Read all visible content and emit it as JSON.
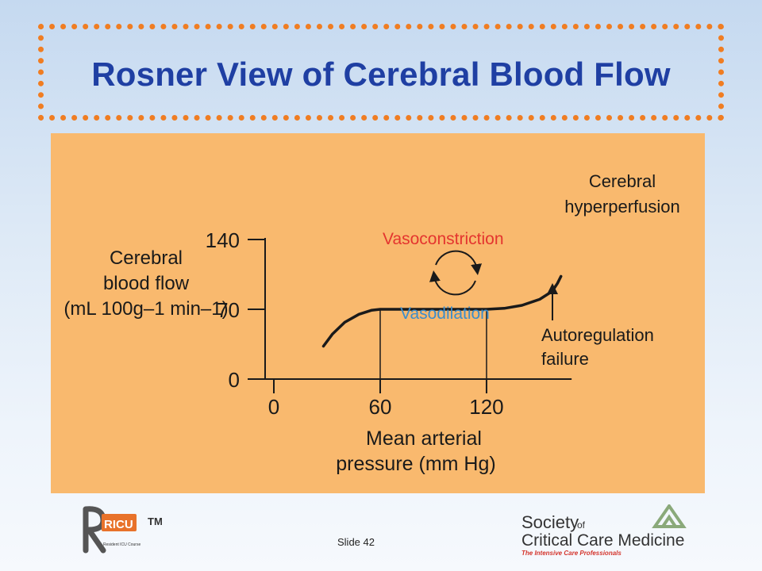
{
  "slide": {
    "title": "Rosner View of Cerebral Blood Flow",
    "slide_number": "Slide 42"
  },
  "logos": {
    "left": {
      "letters": "RICU",
      "tm": "TM",
      "tagline": "Resident ICU Course"
    },
    "right": {
      "line1": "Society",
      "of": "of",
      "line2": "Critical Care Medicine",
      "tagline": "The Intensive Care Professionals"
    }
  },
  "colors": {
    "title": "#1f3fa3",
    "title_border": "#f07d22",
    "panel_bg": "#f9b96e",
    "vasoconstriction": "#e4352f",
    "vasodilation": "#3c8dcb",
    "curve": "#1a1a1a"
  },
  "chart_data": {
    "type": "line",
    "xlabel": "Mean arterial pressure (mm Hg)",
    "xlabel_lines": [
      "Mean arterial",
      "pressure (mm Hg)"
    ],
    "ylabel": "Cerebral blood flow (mL 100g–1 min–1)",
    "ylabel_lines": [
      "Cerebral",
      "blood flow",
      "(mL 100g–1 min–1)"
    ],
    "x_ticks": [
      0,
      60,
      120
    ],
    "x_tick_labels": [
      "0",
      "60",
      "120"
    ],
    "y_ticks": [
      0,
      70,
      140
    ],
    "y_tick_labels": [
      "0",
      "70",
      "140"
    ],
    "xlim": [
      0,
      168
    ],
    "ylim": [
      0,
      140
    ],
    "grid": false,
    "series": [
      {
        "x": [
          28,
          33,
          40,
          48,
          55,
          60,
          75,
          90,
          105,
          120,
          130,
          140,
          150,
          157,
          160,
          162
        ],
        "y": [
          33,
          45,
          57,
          65,
          69,
          70,
          70,
          70,
          70,
          70,
          71,
          74,
          80,
          88,
          96,
          103
        ]
      }
    ],
    "guide_lines_x": [
      60,
      120
    ],
    "annotations": {
      "vasoconstriction": "Vasoconstriction",
      "vasodilation": "Vasodilation",
      "hyperperfusion": [
        "Cerebral",
        "hyperperfusion"
      ],
      "failure": [
        "Autoregulation",
        "failure"
      ]
    }
  }
}
